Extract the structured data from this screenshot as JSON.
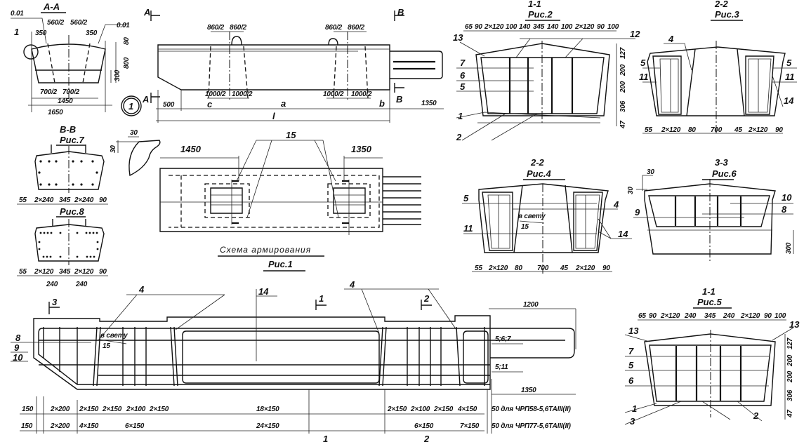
{
  "section_aa": {
    "title": "А-А",
    "labels": [
      "0.01",
      "0.01",
      "350",
      "350",
      "560/2",
      "560/2",
      "80",
      "800",
      "300",
      "700/2",
      "700/2",
      "1450",
      "1650",
      "1"
    ]
  },
  "marker_1": "1",
  "elevation": {
    "section_marks": [
      "А",
      "А",
      "В",
      "В"
    ],
    "top_dims": [
      "860/2",
      "860/2",
      "860/2",
      "860/2"
    ],
    "bottom_dims": [
      "1000/2",
      "1000/2",
      "1000/2",
      "1000/2"
    ],
    "dims": [
      "500",
      "c",
      "a",
      "b",
      "1350",
      "l"
    ]
  },
  "section_bb": {
    "title": "В-В",
    "fig7": "Рис.7",
    "fig7_dims": [
      "55",
      "2×240",
      "345",
      "2×240",
      "90"
    ],
    "fig8": "Рис.8",
    "fig8_dims": [
      "55",
      "2×120",
      "345",
      "2×120",
      "90",
      "240",
      "240"
    ]
  },
  "detail": {
    "dims": [
      "30",
      "30"
    ]
  },
  "plan": {
    "labels": [
      "15",
      "1450",
      "1350"
    ],
    "caption": "Схема армирования",
    "fig": "Рис.1"
  },
  "sec_11_fig2": {
    "title": "1-1",
    "fig": "Рис.2",
    "top_dims": [
      "65",
      "90",
      "2×120",
      "100",
      "140",
      "345",
      "140",
      "100",
      "2×120",
      "90",
      "100"
    ],
    "callouts": [
      "13",
      "12",
      "7",
      "6",
      "5",
      "1",
      "2"
    ],
    "side_dims": [
      "127",
      "200",
      "200",
      "306",
      "47"
    ]
  },
  "sec_22_fig3": {
    "title": "2-2",
    "fig": "Рис.3",
    "callouts": [
      "4",
      "5",
      "11",
      "5",
      "11",
      "14"
    ],
    "bottom_dims": [
      "55",
      "2×120",
      "80",
      "700",
      "45",
      "2×120",
      "90"
    ]
  },
  "sec_22_fig4": {
    "title": "2-2",
    "fig": "Рис.4",
    "callouts": [
      "5",
      "4",
      "11",
      "14"
    ],
    "note": "в свету",
    "note_value": "15",
    "bottom_dims": [
      "55",
      "2×120",
      "80",
      "700",
      "45",
      "2×120",
      "90"
    ]
  },
  "sec_33_fig6": {
    "title": "3-3",
    "fig": "Рис.6",
    "dims": [
      "30",
      "30",
      "300"
    ],
    "callouts": [
      "10",
      "8",
      "9"
    ]
  },
  "sec_11_fig5": {
    "title": "1-1",
    "fig": "Рис.5",
    "top_dims": [
      "65",
      "90",
      "2×120",
      "240",
      "345",
      "240",
      "2×120",
      "90",
      "100"
    ],
    "callouts": [
      "13",
      "13",
      "7",
      "5",
      "6",
      "1",
      "3",
      "2"
    ],
    "side_dims": [
      "127",
      "200",
      "200",
      "306",
      "47"
    ]
  },
  "long_beam": {
    "section_marks": [
      "3",
      "1",
      "2",
      "1",
      "2"
    ],
    "callouts": [
      "4",
      "14",
      "4",
      "8",
      "9",
      "10",
      "5;6;7",
      "5;11"
    ],
    "note": "в свету",
    "note_value": "15",
    "dims": [
      "1200",
      "1350"
    ],
    "row1": [
      "150",
      "2×200",
      "2×150",
      "2×150",
      "2×100",
      "2×150",
      "18×150",
      "2×150",
      "2×100",
      "2×150",
      "4×150"
    ],
    "row1_note": "50 для ЧРП58-5,6ТАIII(II)",
    "row2": [
      "150",
      "2×200",
      "4×150",
      "6×150",
      "24×150",
      "6×150",
      "7×150"
    ],
    "row2_note": "50 для ЧРП77-5,6ТАIII(II)"
  }
}
